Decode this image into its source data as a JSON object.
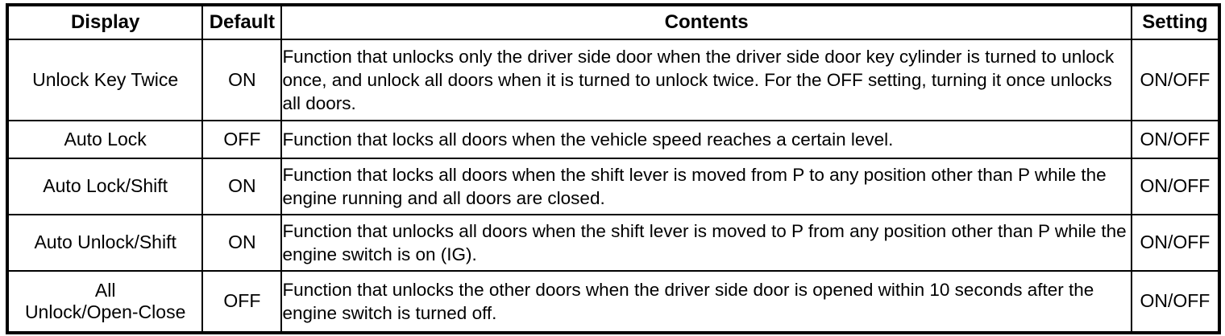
{
  "table": {
    "headers": {
      "display": "Display",
      "default": "Default",
      "contents": "Contents",
      "setting": "Setting"
    },
    "rows": [
      {
        "display": "Unlock Key Twice",
        "default": "ON",
        "contents": "Function that unlocks only the driver side door when the driver side door key cylinder is turned to unlock once, and unlock all doors when it is turned to unlock twice. For the OFF setting, turning it once unlocks all doors.",
        "setting": "ON/OFF"
      },
      {
        "display": "Auto Lock",
        "default": "OFF",
        "contents": "Function that locks all doors when the vehicle speed reaches a certain level.",
        "setting": "ON/OFF"
      },
      {
        "display": "Auto Lock/Shift",
        "default": "ON",
        "contents": "Function that locks all doors when the shift lever is moved from P to any position other than P while the engine running and all doors are closed.",
        "setting": "ON/OFF"
      },
      {
        "display": "Auto Unlock/Shift",
        "default": "ON",
        "contents": "Function that unlocks all doors when the shift lever is moved to P from any position other than P while the engine switch is on (IG).",
        "setting": "ON/OFF"
      },
      {
        "display": "All\nUnlock/Open-Close",
        "default": "OFF",
        "contents": "Function that unlocks the other doors when the driver side door is opened within 10 seconds after the engine switch is turned off.",
        "setting": "ON/OFF"
      }
    ]
  },
  "colors": {
    "border": "#000000",
    "background": "#ffffff",
    "text": "#000000"
  }
}
